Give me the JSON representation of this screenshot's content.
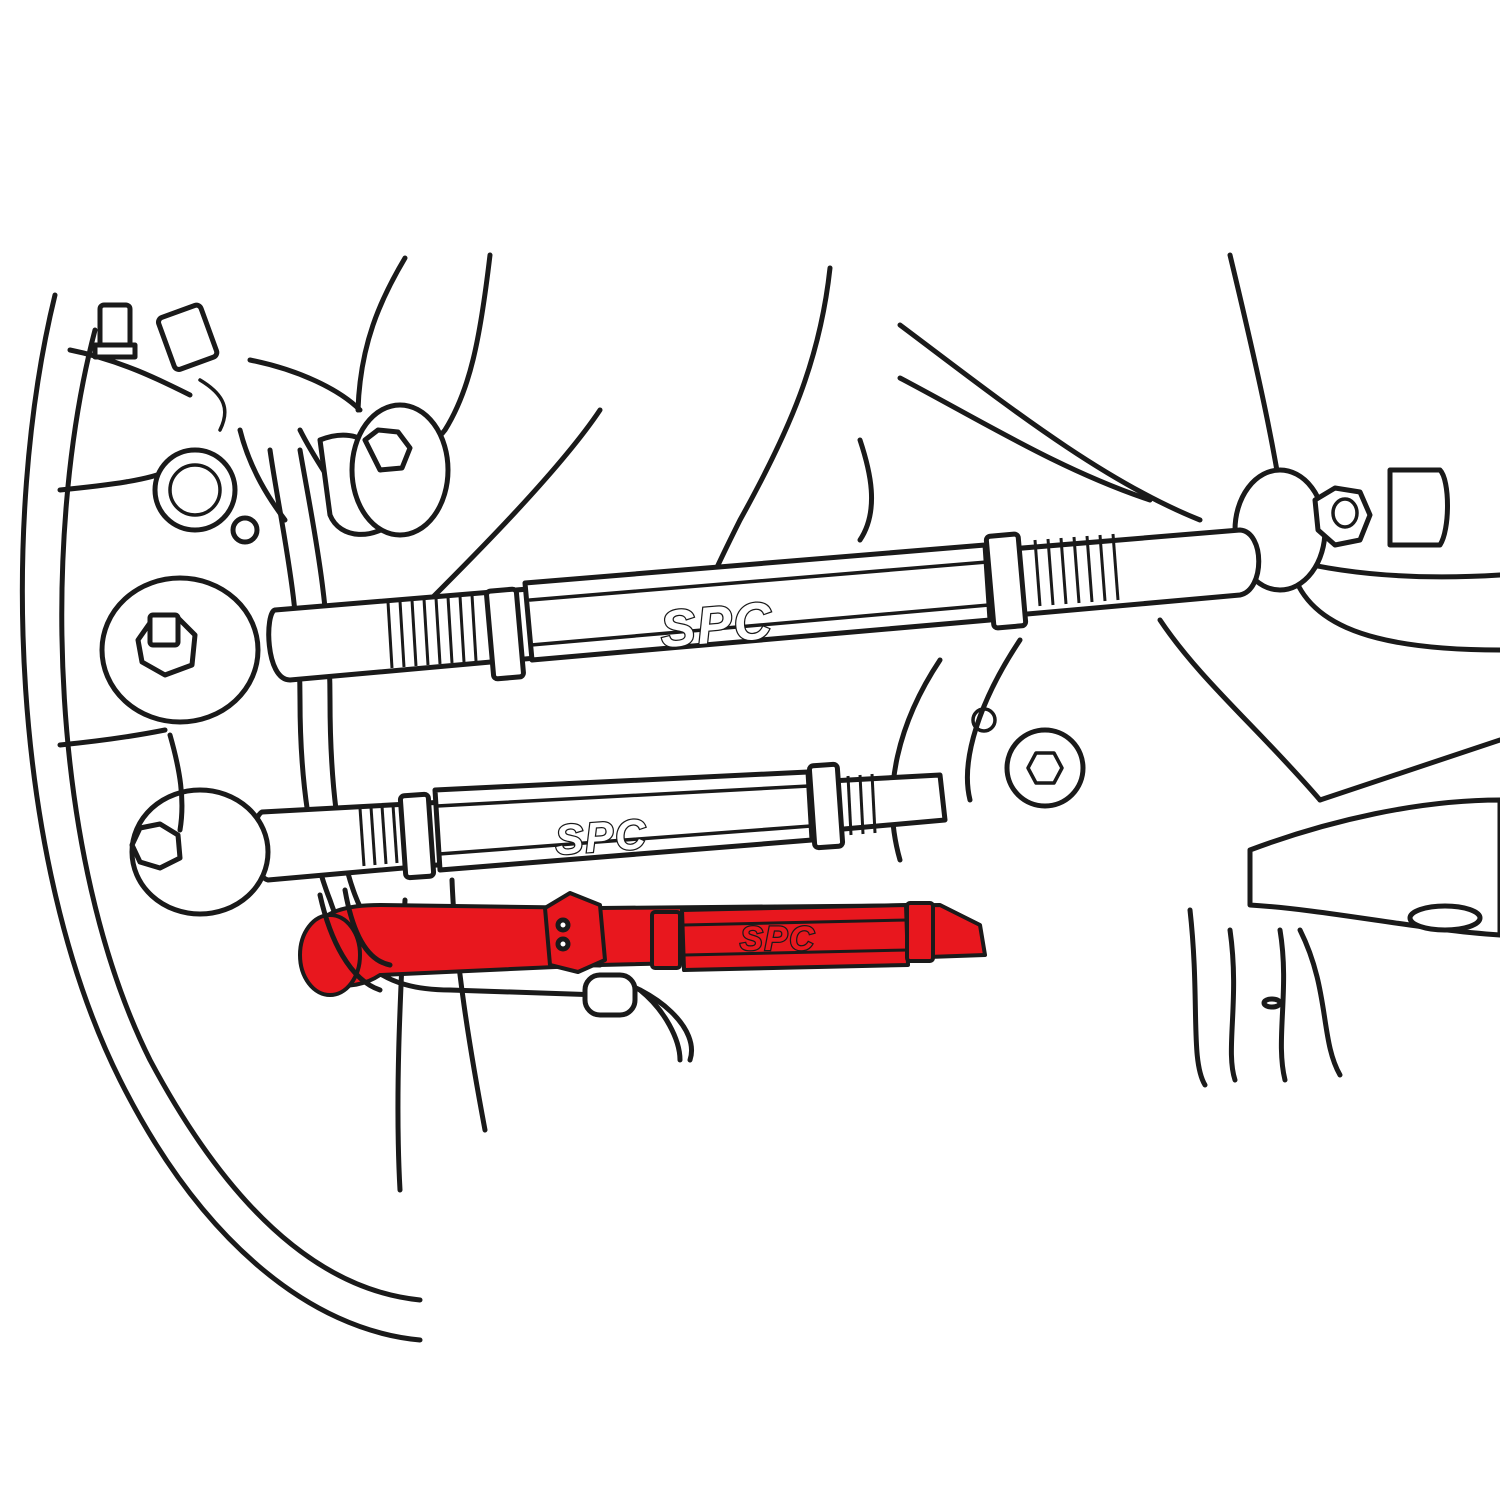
{
  "labels": {
    "upper_arm_brand": "SPC",
    "middle_arm_brand": "SPC",
    "lower_arm_brand": "SPC"
  },
  "colors": {
    "highlight": "#e8171e",
    "line": "#1a1a1a",
    "background": "#ffffff"
  }
}
